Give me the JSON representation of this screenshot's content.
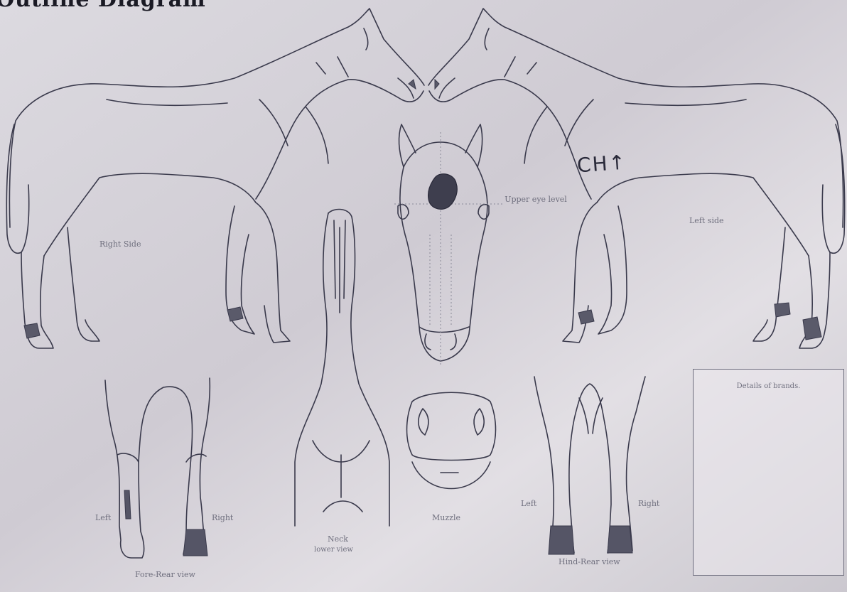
{
  "diagram": {
    "title": "Outline Diagram",
    "colors": {
      "paper": "#d9d6dc",
      "ink": "#3a3a4c",
      "label": "#6f6f7e",
      "marking": "#2a2a3a"
    },
    "labels": {
      "right_side": "Right Side",
      "left_side": "Left side",
      "upper_eye_level": "Upper eye level",
      "neck": "Neck",
      "neck_sub": "lower view",
      "muzzle": "Muzzle",
      "fore_left": "Left",
      "fore_right": "Right",
      "fore_caption": "Fore-Rear view",
      "hind_left": "Left",
      "hind_right": "Right",
      "hind_caption": "Hind-Rear view",
      "brands_box": "Details of brands."
    },
    "handwriting": "CH↑"
  }
}
